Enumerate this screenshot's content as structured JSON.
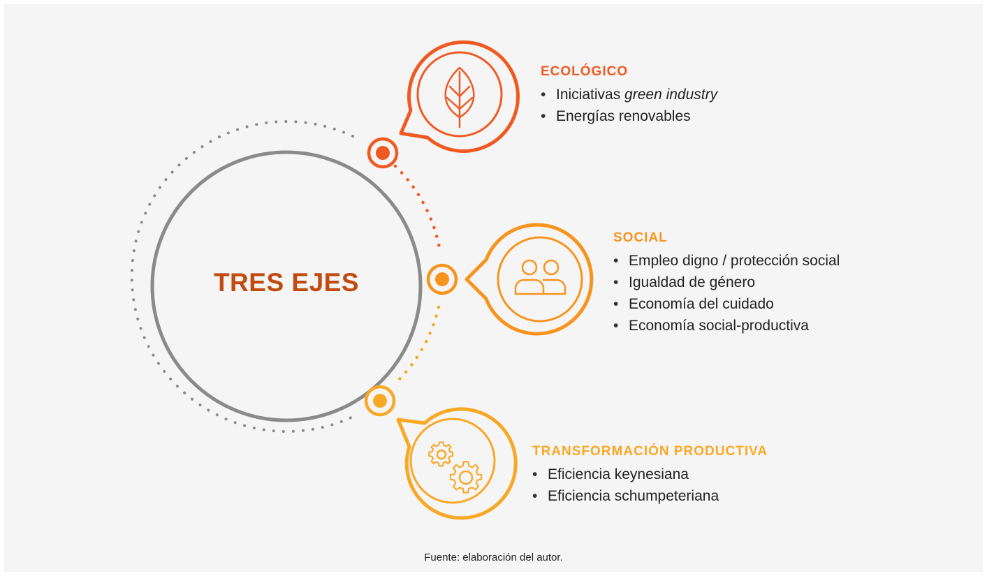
{
  "center": {
    "title": "TRES EJES"
  },
  "colors": {
    "ecologico": "#f05a22",
    "social": "#f7941d",
    "transformacion": "#f9a825",
    "center_ring": "#8a8a8a",
    "title": "#c24a0e"
  },
  "axes": [
    {
      "title": "ECOLÓGICO",
      "icon": "leaf-icon",
      "items": [
        {
          "prefix": "Iniciativas ",
          "emphasis": "green industry"
        },
        {
          "prefix": "Energías renovables",
          "emphasis": ""
        }
      ]
    },
    {
      "title": "SOCIAL",
      "icon": "people-icon",
      "items": [
        {
          "prefix": "Empleo digno / protección social",
          "emphasis": ""
        },
        {
          "prefix": "Igualdad de género",
          "emphasis": ""
        },
        {
          "prefix": "Economía del cuidado",
          "emphasis": ""
        },
        {
          "prefix": "Economía social-productiva",
          "emphasis": ""
        }
      ]
    },
    {
      "title": "TRANSFORMACIÓN PRODUCTIVA",
      "icon": "gears-icon",
      "items": [
        {
          "prefix": "Eficiencia keynesiana",
          "emphasis": ""
        },
        {
          "prefix": "Eficiencia schumpeteriana",
          "emphasis": ""
        }
      ]
    }
  ],
  "bullet": "•",
  "source": "Fuente: elaboración del autor."
}
